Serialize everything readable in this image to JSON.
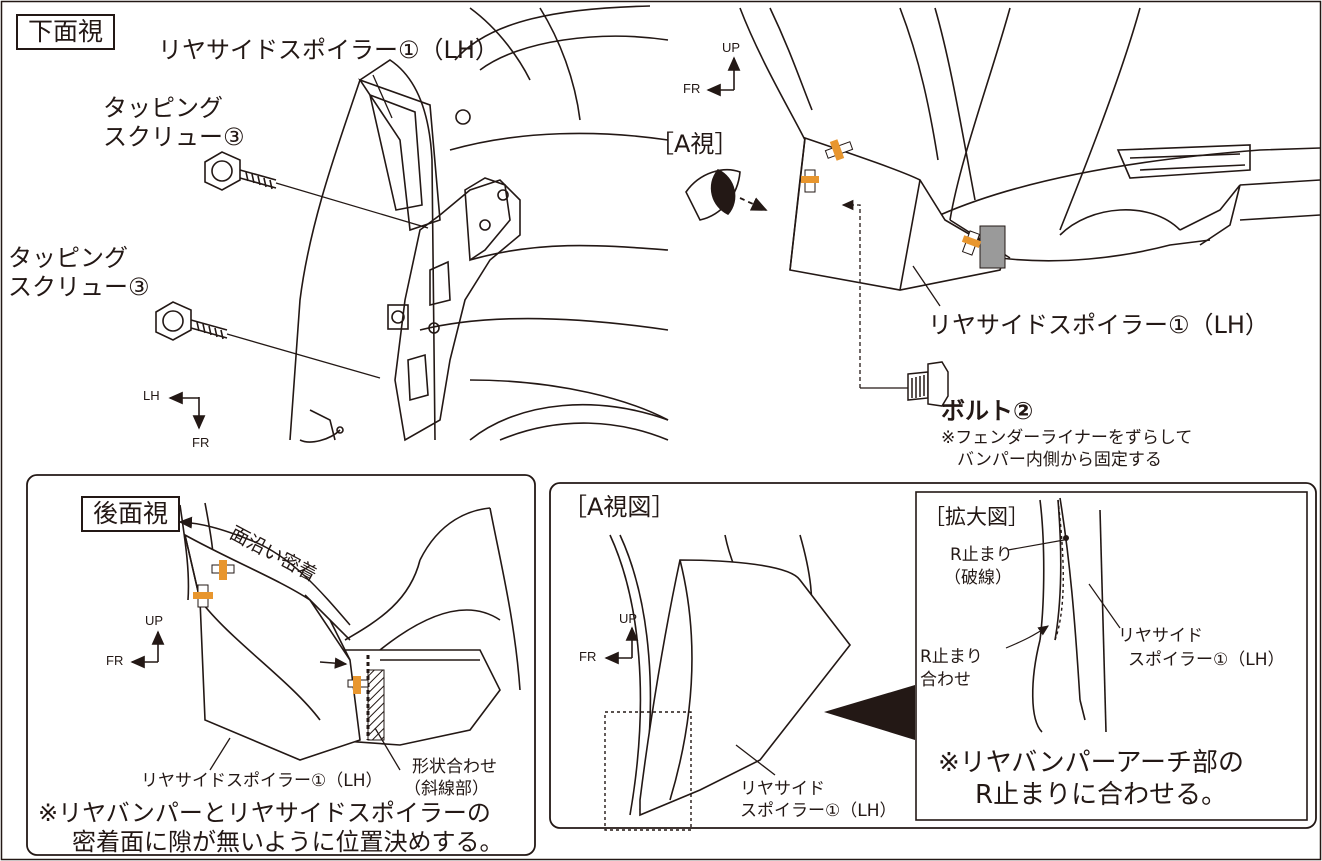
{
  "top_left": {
    "title": "下面視",
    "part_label": "リヤサイドスポイラー①（LH）",
    "screw1_line1": "タッピング",
    "screw1_line2": "スクリュー③",
    "screw2_line1": "タッピング",
    "screw2_line2": "スクリュー③",
    "axis_h": "LH",
    "axis_v": "FR"
  },
  "top_right": {
    "axis_v": "UP",
    "axis_h": "FR",
    "view_label": "［A視］",
    "part_label": "リヤサイドスポイラー①（LH）",
    "bolt_label": "ボルト②",
    "note_line1": "※フェンダーライナーをずらして",
    "note_line2": "バンパー内側から固定する"
  },
  "bottom_left": {
    "title": "後面視",
    "diag_label": "面沿い密着",
    "axis_v": "UP",
    "axis_h": "FR",
    "part_label": "リヤサイドスポイラー①（LH）",
    "shape_line1": "形状合わせ",
    "shape_line2": "（斜線部）",
    "note_line1": "※リヤバンパーとリヤサイドスポイラーの",
    "note_line2": "密着面に隙が無いように位置決めする。"
  },
  "bottom_right": {
    "title": "［A視図］",
    "axis_v": "UP",
    "axis_h": "FR",
    "part_line1": "リヤサイド",
    "part_line2": "スポイラー①（LH）",
    "zoom_title": "［拡大図］",
    "r_stop1_line1": "R止まり",
    "r_stop1_line2": "（破線）",
    "r_stop2_line1": "R止まり",
    "r_stop2_line2": "合わせ",
    "part2_line1": "リヤサイド",
    "part2_line2": "スポイラー①（LH）",
    "note_line1": "※リヤバンパーアーチ部の",
    "note_line2": "R止まりに合わせる。"
  },
  "colors": {
    "ink": "#231815",
    "tape": "#e8962e",
    "gray": "#9a9a9a"
  }
}
